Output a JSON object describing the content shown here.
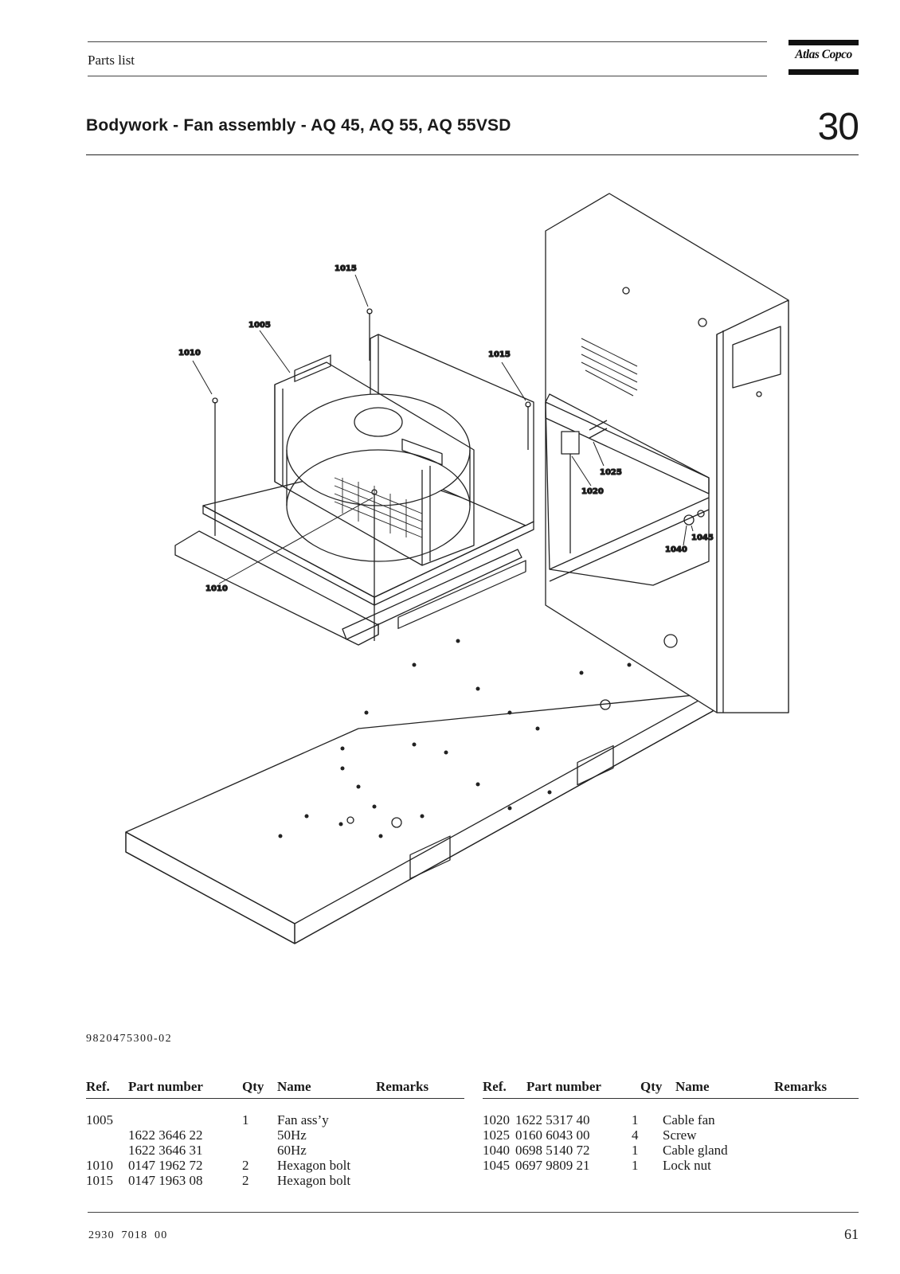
{
  "header": {
    "section_label": "Parts list",
    "brand": "Atlas Copco"
  },
  "title": "Bodywork - Fan assembly - AQ 45, AQ 55, AQ 55VSD",
  "section_number": "30",
  "drawing": {
    "reference": "9820475300-02",
    "callouts": [
      "1015",
      "1005",
      "1010",
      "1015",
      "1025",
      "1020",
      "1045",
      "1040",
      "1010"
    ]
  },
  "parts_table": {
    "columns": [
      "Ref.",
      "Part number",
      "Qty",
      "Name",
      "Remarks"
    ],
    "left_rows": [
      {
        "ref": "1005",
        "part_number": "",
        "qty": "1",
        "name": "Fan ass’y",
        "remarks": ""
      },
      {
        "ref": "",
        "part_number": "1622 3646 22",
        "qty": "",
        "name": "50Hz",
        "remarks": ""
      },
      {
        "ref": "",
        "part_number": "1622 3646 31",
        "qty": "",
        "name": "60Hz",
        "remarks": ""
      },
      {
        "ref": "1010",
        "part_number": "0147 1962 72",
        "qty": "2",
        "name": "Hexagon bolt",
        "remarks": ""
      },
      {
        "ref": "1015",
        "part_number": "0147 1963 08",
        "qty": "2",
        "name": "Hexagon bolt",
        "remarks": ""
      }
    ],
    "right_rows": [
      {
        "ref": "1020",
        "part_number": "1622 5317 40",
        "qty": "1",
        "name": "Cable fan",
        "remarks": ""
      },
      {
        "ref": "1025",
        "part_number": "0160 6043 00",
        "qty": "4",
        "name": "Screw",
        "remarks": ""
      },
      {
        "ref": "1040",
        "part_number": "0698 5140 72",
        "qty": "1",
        "name": "Cable gland",
        "remarks": ""
      },
      {
        "ref": "1045",
        "part_number": "0697 9809 21",
        "qty": "1",
        "name": "Lock nut",
        "remarks": ""
      }
    ]
  },
  "footer": {
    "document_number": "2930 7018 00",
    "page_number": "61"
  }
}
